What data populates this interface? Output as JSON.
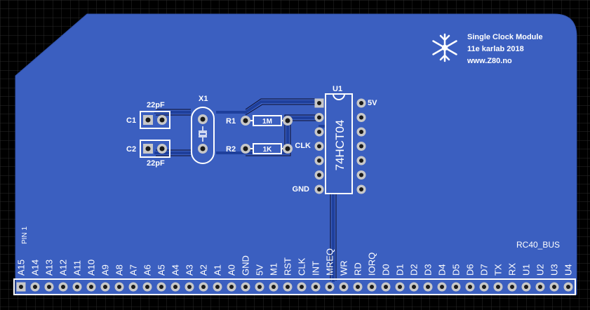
{
  "colors": {
    "background": "#000000",
    "grid": "#2a2a2a",
    "board": "#3b5fc0",
    "copper": "#1e3f9c",
    "silk": "#ffffff",
    "pad": "#c8c8c8",
    "drill": "#1a1a1a"
  },
  "header": {
    "logo_icon": "snowflake-icon",
    "title": "Single Clock Module",
    "subtitle": "11e karlab 2018",
    "url": "www.Z80.no"
  },
  "components": {
    "c1": {
      "ref": "C1",
      "value": "22pF"
    },
    "c2": {
      "ref": "C2",
      "value": "22pF"
    },
    "x1": {
      "ref": "X1"
    },
    "r1": {
      "ref": "R1",
      "value": "1M"
    },
    "r2": {
      "ref": "R2",
      "value": "1K"
    },
    "u1": {
      "ref": "U1",
      "value": "74HCT04"
    }
  },
  "pin_labels": {
    "vcc": "5V",
    "clk": "CLK",
    "gnd": "GND"
  },
  "bus": {
    "name": "RC40_BUS",
    "pin1_label": "PIN 1",
    "pins": [
      "A15",
      "A14",
      "A13",
      "A12",
      "A11",
      "A10",
      "A9",
      "A8",
      "A7",
      "A6",
      "A5",
      "A4",
      "A3",
      "A2",
      "A1",
      "A0",
      "GND",
      "5V",
      "M1",
      "RST",
      "CLK",
      "INT",
      "MREQ",
      "WR",
      "RD",
      "IORQ",
      "D0",
      "D1",
      "D2",
      "D3",
      "D4",
      "D5",
      "D6",
      "D7",
      "TX",
      "RX",
      "U1",
      "U2",
      "U3",
      "U4"
    ]
  }
}
